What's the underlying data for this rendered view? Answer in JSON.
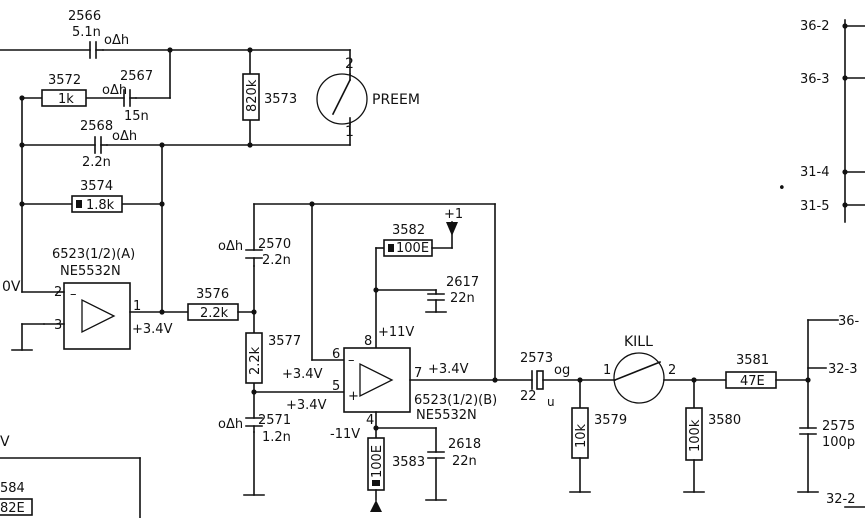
{
  "components": {
    "c2566": {
      "ref": "2566",
      "value": "5.1n",
      "tag": "oΔh"
    },
    "r3572": {
      "ref": "3572",
      "value": "1k"
    },
    "c2567": {
      "ref": "2567",
      "value": "15n",
      "tag": "oΔh"
    },
    "r3573": {
      "ref": "3573",
      "value": "820k"
    },
    "sw_preem": {
      "name": "PREEM",
      "pin2": "2",
      "pin1": "1"
    },
    "c2568": {
      "ref": "2568",
      "value": "2.2n",
      "tag": "oΔh"
    },
    "r3574": {
      "ref": "3574",
      "value": "1.8k"
    },
    "ic_a": {
      "ref": "6523(1/2)(A)",
      "part": "NE5532N",
      "pin_inv": "2",
      "pin_noninv": "3",
      "pin_out": "1",
      "out_voltage": "+3.4V"
    },
    "c2570": {
      "ref": "2570",
      "value": "2.2n",
      "tag": "oΔh"
    },
    "r3576": {
      "ref": "3576",
      "value": "2.2k"
    },
    "r3577": {
      "ref": "3577",
      "value": "2.2k"
    },
    "c2571": {
      "ref": "2571",
      "value": "1.2n",
      "tag": "oΔh"
    },
    "r3582": {
      "ref": "3582",
      "value": "100E",
      "supply": "+1"
    },
    "c2617": {
      "ref": "2617",
      "value": "22n"
    },
    "ic_b": {
      "ref": "6523(1/2)(B)",
      "part": "NE5532N",
      "pin8": "8",
      "pin6": "6",
      "pin5": "5",
      "pin4": "4",
      "pin7": "7",
      "v_pos": "+11V",
      "v_neg": "-11V",
      "v_in6": "+3.4V",
      "v_in5": "+3.4V",
      "v_out": "+3.4V"
    },
    "r3583": {
      "ref": "3583",
      "value": "100E"
    },
    "c2618": {
      "ref": "2618",
      "value": "22n"
    },
    "c2573": {
      "ref": "2573",
      "value": "22",
      "tag": "og",
      "unit": "u"
    },
    "r3579": {
      "ref": "3579",
      "value": "10k"
    },
    "sw_kill": {
      "name": "KILL",
      "pin1": "1",
      "pin2": "2"
    },
    "r3580": {
      "ref": "3580",
      "value": "100k"
    },
    "r3581": {
      "ref": "3581",
      "value": "47E"
    },
    "c2575": {
      "ref": "2575",
      "value": "100p"
    },
    "r3584_partial": {
      "ref": "584",
      "value": "82E"
    }
  },
  "connectors": [
    "36-2",
    "36-3",
    "31-4",
    "31-5",
    "36-",
    "32-3",
    "32-2"
  ],
  "edge_labels": {
    "left_ov": "0V",
    "left_v": "V"
  },
  "stray_mark": "•"
}
